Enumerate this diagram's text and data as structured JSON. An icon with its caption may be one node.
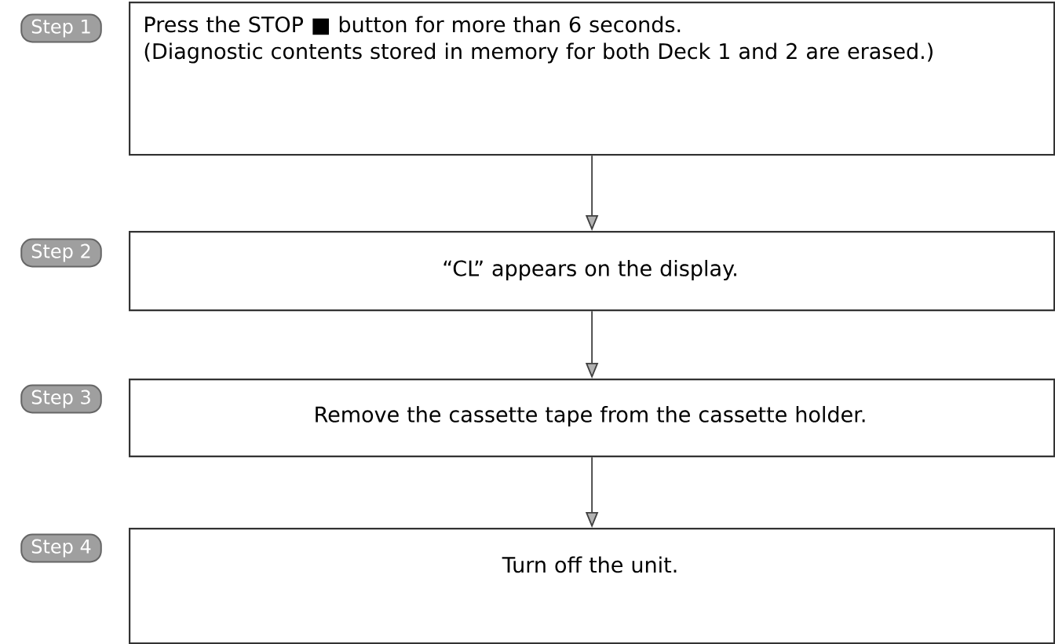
{
  "diagram": {
    "nodes": [
      {
        "text": [
          "Step 1"
        ]
      },
      {
        "text": [
          "Press the STOP ■ button for more than 6 seconds.",
          "(Diagnostic contents stored in memory for both Deck 1 and 2 are erased.)"
        ]
      },
      {
        "text": [
          "Step 2"
        ]
      },
      {
        "text": [
          "“CL” appears on the display."
        ]
      },
      {
        "text": [
          "Step 3"
        ]
      },
      {
        "text": [
          "Remove the cassette tape from the cassette holder."
        ]
      },
      {
        "text": [
          "Step 4"
        ]
      },
      {
        "text": [
          "Turn off the unit."
        ]
      }
    ],
    "edges": [
      {
        "from": 1,
        "to": 3,
        "arrow": "to"
      },
      {
        "from": 3,
        "to": 5,
        "arrow": "to"
      },
      {
        "from": 5,
        "to": 7,
        "arrow": "to"
      }
    ]
  }
}
